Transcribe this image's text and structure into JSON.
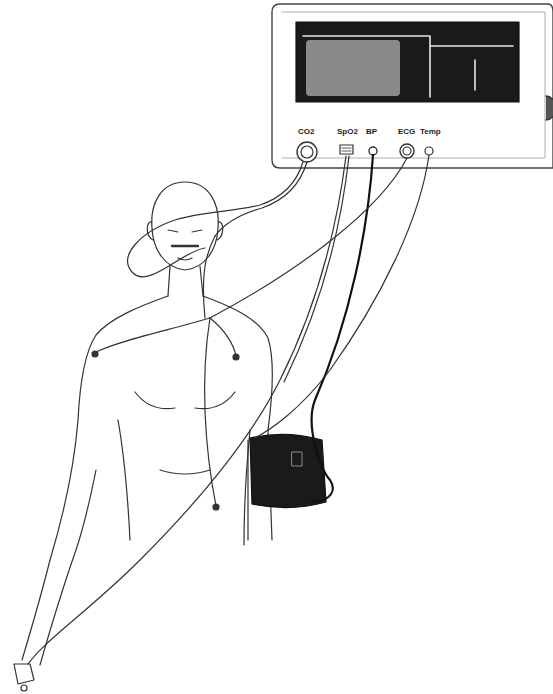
{
  "diagram": {
    "labels": [
      "CO2",
      "SpO2",
      "BP",
      "ECG",
      "Temp"
    ]
  }
}
